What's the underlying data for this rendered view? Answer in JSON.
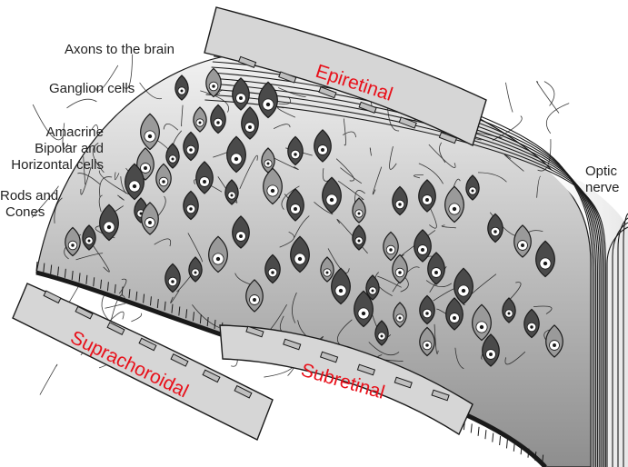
{
  "labels": {
    "axons": "Axons to the brain",
    "ganglion": "Ganglion cells",
    "amacrine_line1": "Amacrine",
    "amacrine_line2": "Bipolar and",
    "amacrine_line3": "Horizontal cells",
    "rods_line1": "Rods and",
    "rods_line2": "Cones",
    "optic_line1": "Optic",
    "optic_line2": "nerve"
  },
  "implants": {
    "epiretinal": "Epiretinal",
    "subretinal": "Subretinal",
    "suprachoroidal": "Suprachoroidal"
  },
  "colors": {
    "implant_text": "#e8101a",
    "implant_fill": "#d6d6d6",
    "cell_dark": "#4a4a4a",
    "cell_light": "#9a9a9a",
    "outline": "#1a1a1a"
  }
}
